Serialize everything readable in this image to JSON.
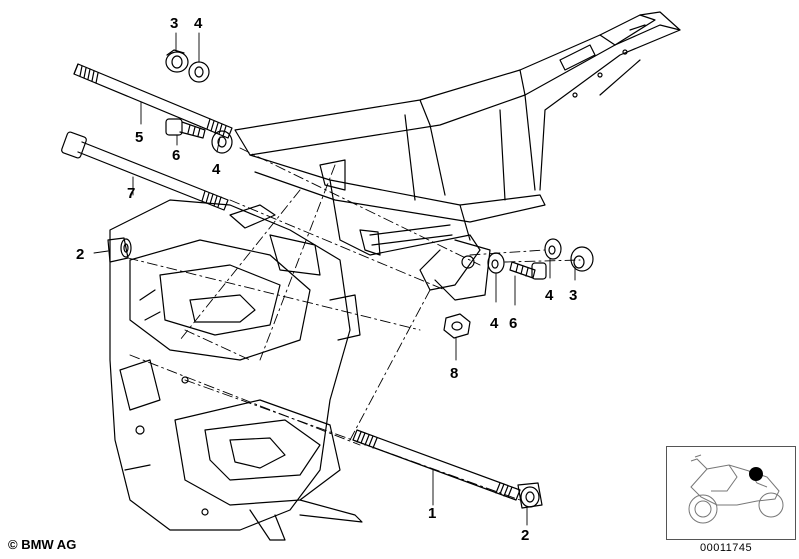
{
  "callouts": {
    "c1": "1",
    "c2a": "2",
    "c2b": "2",
    "c3a": "3",
    "c3b": "3",
    "c4a": "4",
    "c4b": "4",
    "c4c": "4",
    "c4d": "4",
    "c5": "5",
    "c6a": "6",
    "c6b": "6",
    "c7": "7",
    "c8": "8"
  },
  "copyright": "© BMW AG",
  "document_number": "00011745"
}
